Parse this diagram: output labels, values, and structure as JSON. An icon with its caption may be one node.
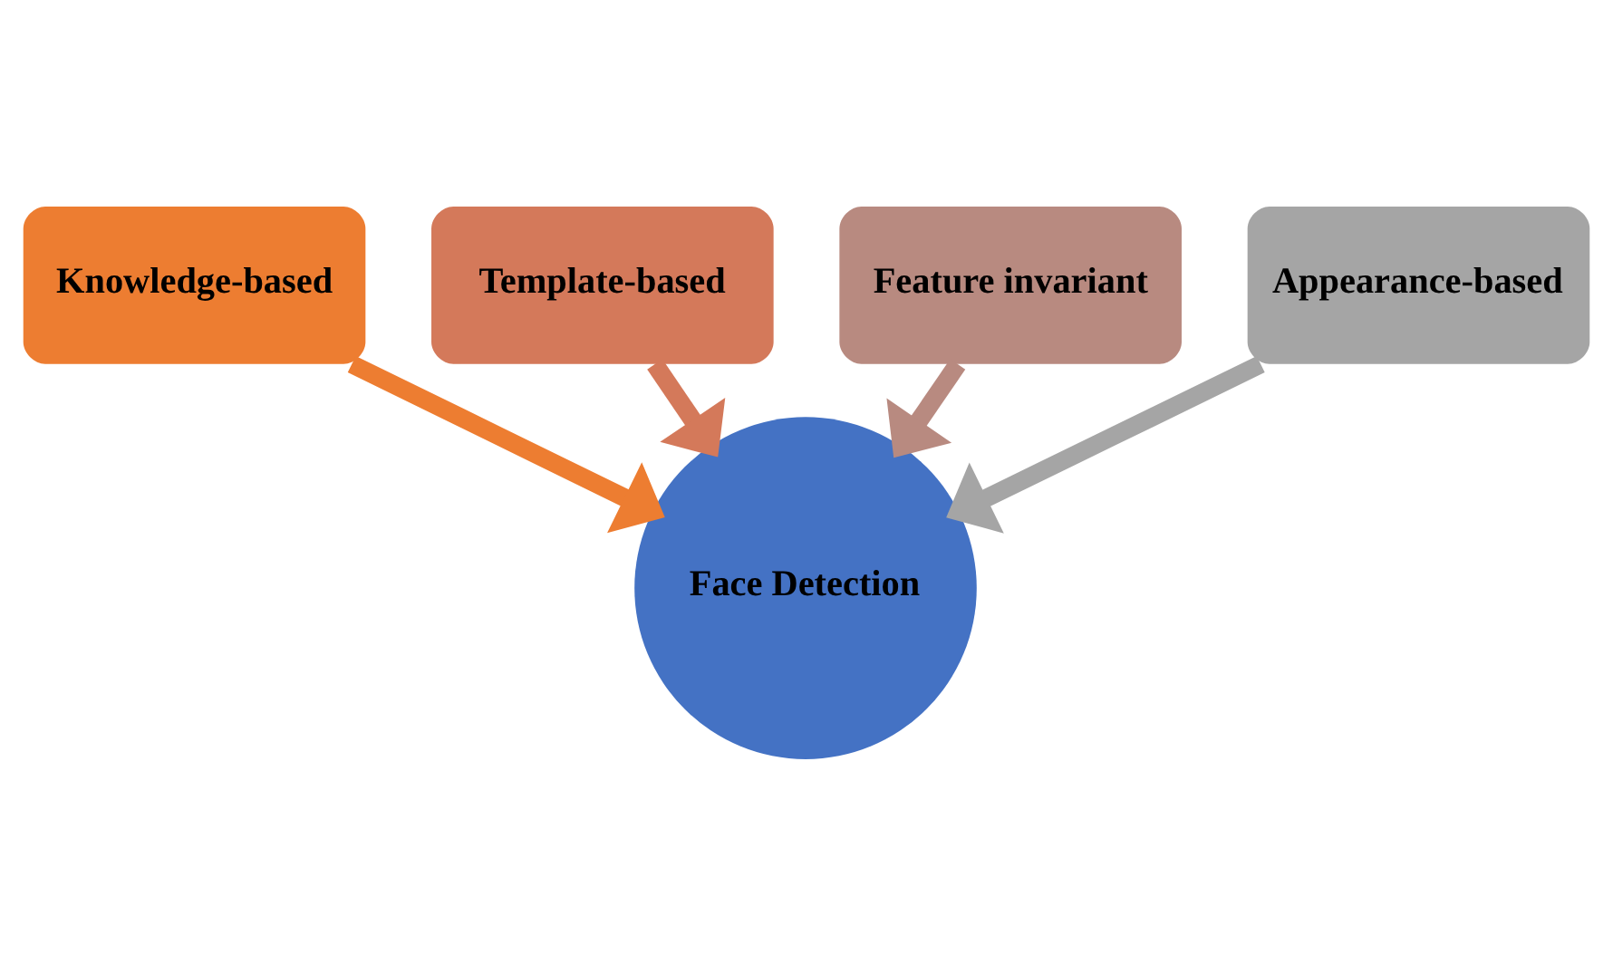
{
  "diagram": {
    "nodes": [
      {
        "text": [
          "Template-based"
        ]
      },
      {
        "text": [
          "Feature invariant"
        ]
      },
      {
        "text": [
          "Knowledge-based"
        ]
      },
      {
        "text": [
          "Appearance-based"
        ]
      },
      {
        "text": [
          "Face Detection"
        ]
      }
    ],
    "edges": [
      {
        "from": 0,
        "to": 4,
        "arrow": "to",
        "color": "#d4795a"
      },
      {
        "from": 1,
        "to": 4,
        "arrow": "to",
        "color": "#b88a80"
      },
      {
        "from": 2,
        "to": 4,
        "arrow": "to",
        "color": "#ed7d31"
      },
      {
        "from": 3,
        "to": 4,
        "arrow": "to",
        "color": "#a5a5a5"
      }
    ]
  }
}
